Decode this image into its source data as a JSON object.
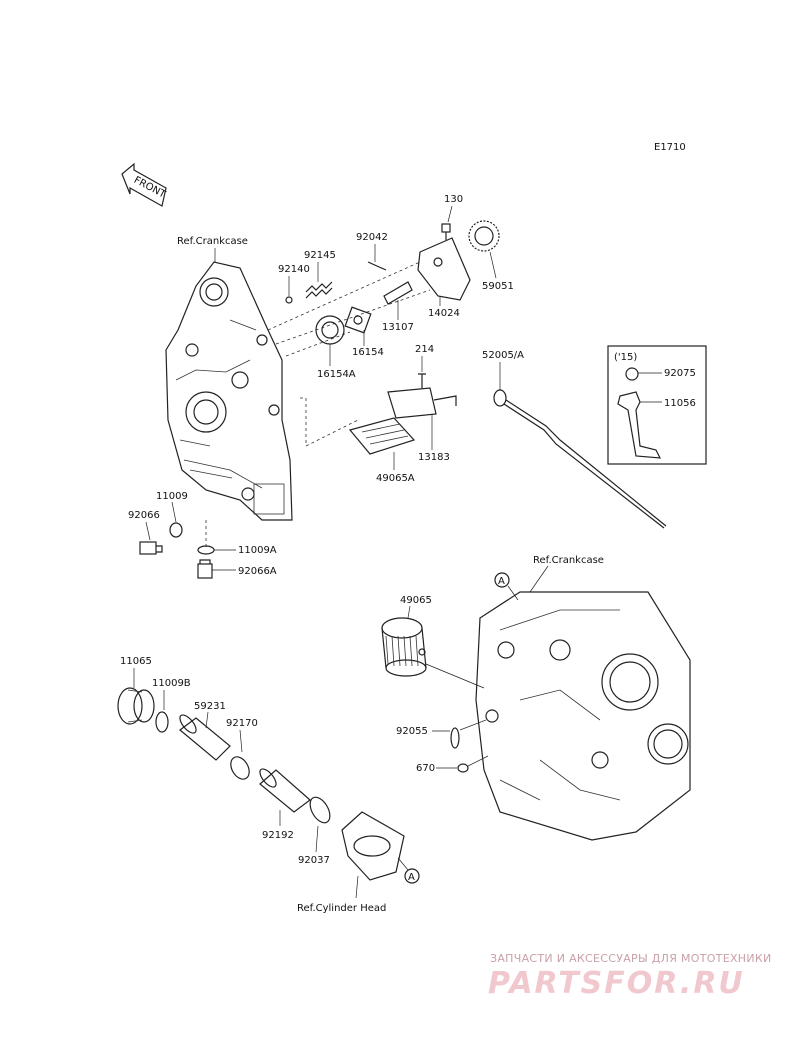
{
  "diagram_code": "E1710",
  "front_label": "FRONT",
  "refs": {
    "crankcase_top": "Ref.Crankcase",
    "crankcase_bottom": "Ref.Crankcase",
    "cylinder_head": "Ref.Cylinder Head",
    "marker_a": "A",
    "model_year": "('15)"
  },
  "parts": {
    "p130": "130",
    "p92042": "92042",
    "p92145": "92145",
    "p92140": "92140",
    "p59051": "59051",
    "p14024": "14024",
    "p13107": "13107",
    "p16154": "16154",
    "p16154A": "16154A",
    "p214": "214",
    "p13183": "13183",
    "p49065A": "49065A",
    "p52005A": "52005/A",
    "p92075": "92075",
    "p11056": "11056",
    "p11009": "11009",
    "p92066": "92066",
    "p11009A": "11009A",
    "p92066A": "92066A",
    "p49065": "49065",
    "p11065": "11065",
    "p11009B": "11009B",
    "p59231": "59231",
    "p92170": "92170",
    "p92192": "92192",
    "p92037": "92037",
    "p92055": "92055",
    "p670": "670"
  },
  "watermark": {
    "tagline": "ЗАПЧАСТИ И АКСЕССУАРЫ ДЛЯ МОТОТЕХНИКИ",
    "logo": "PARTSFOR.RU"
  }
}
